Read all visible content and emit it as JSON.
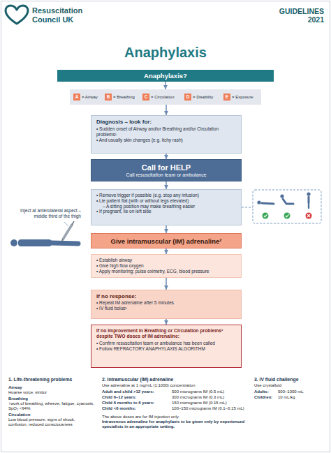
{
  "diagram": {
    "title": "Anaphylaxis",
    "nodes": [
      {
        "text": [
          "Anaphylaxis?"
        ]
      },
      {
        "text": []
      },
      {
        "text": [
          "A",
          "= Airway"
        ],
        "in": 1
      },
      {
        "text": [
          "B",
          "= Breathing"
        ],
        "in": 1
      },
      {
        "text": [
          "C",
          "= Circulation"
        ],
        "in": 1
      },
      {
        "text": [
          "D",
          "= Disability"
        ],
        "in": 1
      },
      {
        "text": [
          "E",
          "= Exposure"
        ],
        "in": 1
      },
      {
        "text": [
          "Diagnosis – look for:",
          "• Sudden onset of Airway and/or Breathing and/or Circulation problems¹",
          "• And usually skin changes (e.g. itchy rash)"
        ]
      },
      {
        "text": [
          "Call for HELP",
          "Call resuscitation team or ambulance"
        ]
      },
      {
        "text": [
          "• Remove trigger if possible (e.g. stop any infusion)",
          "• Lie patient flat (with or without legs elevated)",
          "– A sitting position may make breathing easier",
          "• If pregnant, lie on left side"
        ]
      },
      {
        "text": [
          "Give intramuscular (IM) adrenaline²"
        ]
      },
      {
        "text": [
          "• Establish airway",
          "• Give high flow oxygen",
          "• Apply monitoring: pulse oximetry, ECG, blood pressure"
        ]
      },
      {
        "text": [
          "If no response:",
          "• Repeat IM adrenaline after 5 minutes",
          "• IV fluid bolus³"
        ]
      },
      {
        "text": [
          "If no improvement in Breathing or Circulation problems¹ despite TWO doses of IM adrenaline:",
          "• Confirm resuscitation team or ambulance has been called",
          "• Follow REFRACTORY ANAPHYLAXIS ALGORITHM"
        ]
      }
    ],
    "edges": [
      {
        "from": 0,
        "to": 1,
        "arrow": "to"
      },
      {
        "from": 1,
        "to": 7,
        "arrow": "to"
      },
      {
        "from": 7,
        "to": 8,
        "arrow": "to"
      },
      {
        "from": 8,
        "to": 9,
        "arrow": "to"
      },
      {
        "from": 9,
        "to": 10,
        "arrow": "to"
      },
      {
        "from": 10,
        "to": 11,
        "arrow": "to"
      },
      {
        "from": 11,
        "to": 12,
        "arrow": "to"
      },
      {
        "from": 12,
        "to": 13,
        "arrow": "to"
      }
    ],
    "labels": [
      "Resuscitation Council UK",
      "GUIDELINES 2021",
      "Inject at anterolateral aspect – middle third of the thigh",
      "1. Life-threatening problems",
      "Airway",
      "Hoarse voice, stridor",
      "Breathing",
      "↑work of breathing, wheeze, fatigue, cyanosis, SpO₂ <94%",
      "Circulation",
      "Low blood pressure, signs of shock, confusion, reduced consciousness",
      "2. Intramuscular (IM) adrenaline",
      "Use adrenaline at 1 mg/mL (1:1000) concentration",
      "Adult and child >12 years:",
      "500 micrograms IM (0.5 mL)",
      "Child 6–12 years:",
      "300 micrograms IM (0.3 mL)",
      "Child 6 months to 6 years:",
      "150 micrograms IM (0.15 mL)",
      "Child <6 months:",
      "100–150 micrograms IM (0.1–0.15 mL)",
      "The above doses are for IM injection only.",
      "Intravenous adrenaline for anaphylaxis to be given only by experienced specialists in an appropriate setting.",
      "3. IV fluid challenge",
      "Use crystalloid",
      "Adults:",
      "500–1000 mL",
      "Children:",
      "10 mL/kg"
    ]
  }
}
